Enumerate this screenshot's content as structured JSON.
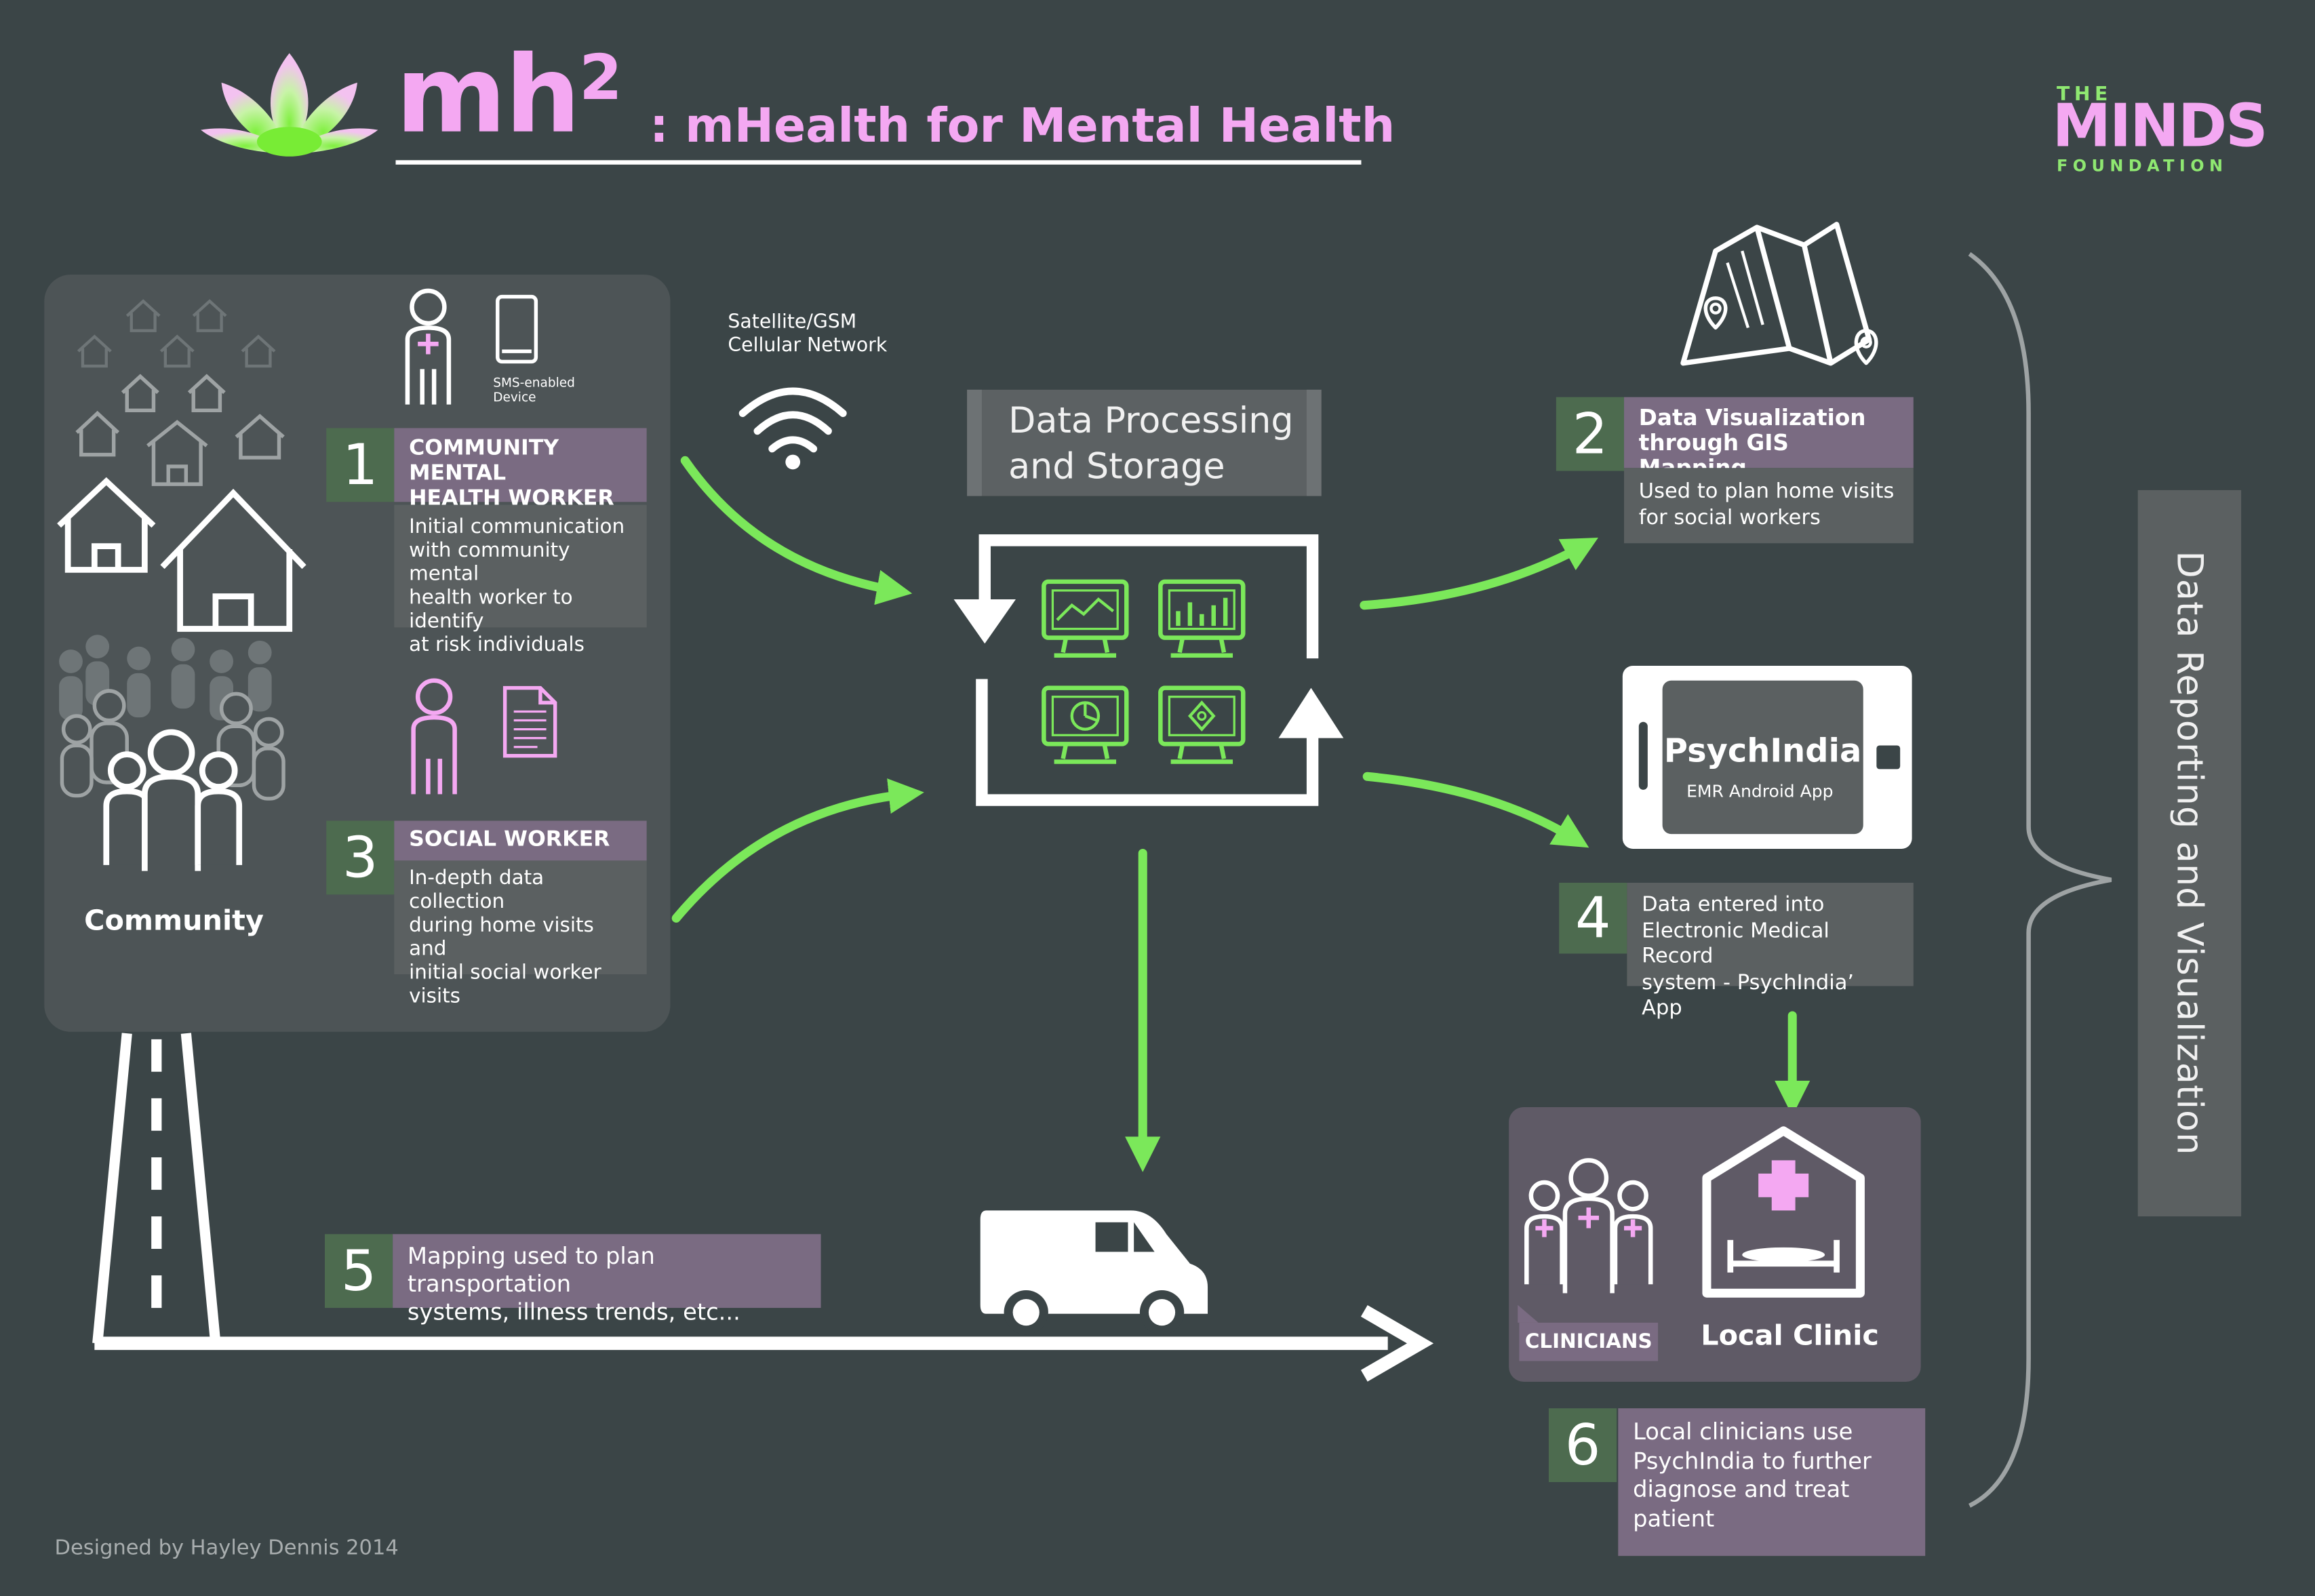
{
  "header": {
    "title_main": "mh",
    "title_sup": "2",
    "title_sub": ": mHealth for Mental Health"
  },
  "logo": {
    "the": "THE",
    "minds": "MINDS",
    "foundation": "FOUNDATION"
  },
  "community_label": "Community",
  "device_label": "SMS-enabled Device",
  "network_label_line1": "Satellite/GSM",
  "network_label_line2": "Cellular Network",
  "processing_title_line1": "Data Processing",
  "processing_title_line2": "and Storage",
  "steps": {
    "s1": {
      "number": "1",
      "title_line1": "COMMUNITY MENTAL",
      "title_line2": "HEALTH WORKER",
      "text_lines": [
        "Initial communication",
        "with community mental",
        "health worker to identify",
        "at risk individuals"
      ]
    },
    "s2": {
      "number": "2",
      "title_line1": "Data Visualization",
      "title_line2": "through GIS Mapping",
      "text_lines": [
        "Used to plan home visits",
        "for social workers"
      ]
    },
    "s3": {
      "number": "3",
      "title": "SOCIAL WORKER",
      "text_lines": [
        "In-depth data collection",
        "during home visits and",
        "initial social worker",
        "visits"
      ]
    },
    "s4": {
      "number": "4",
      "text_lines": [
        "Data entered into",
        "Electronic Medical Record",
        "system - PsychIndia’ App"
      ]
    },
    "s5": {
      "number": "5",
      "text_lines": [
        "Mapping used to plan transportation",
        "systems, illness trends, etc..."
      ]
    },
    "s6": {
      "number": "6",
      "text_lines": [
        "Local clinicians use",
        "PsychIndia to further",
        "diagnose and treat",
        "patient"
      ]
    }
  },
  "app": {
    "name": "PsychIndia",
    "subtitle": "EMR Android App"
  },
  "clinicians_label": "CLINICIANS",
  "clinic_label": "Local Clinic",
  "side_label": "Data Reporting and Visualization",
  "credit": "Designed by Hayley Dennis 2014",
  "colors": {
    "background": "#3b4547",
    "pink": "#f4a8f2",
    "green": "#8fe871",
    "arrow_green": "#7be85a",
    "panel_gray": "#4d5456",
    "purple": "#7a6b82",
    "number_green": "#4d6b4f"
  }
}
